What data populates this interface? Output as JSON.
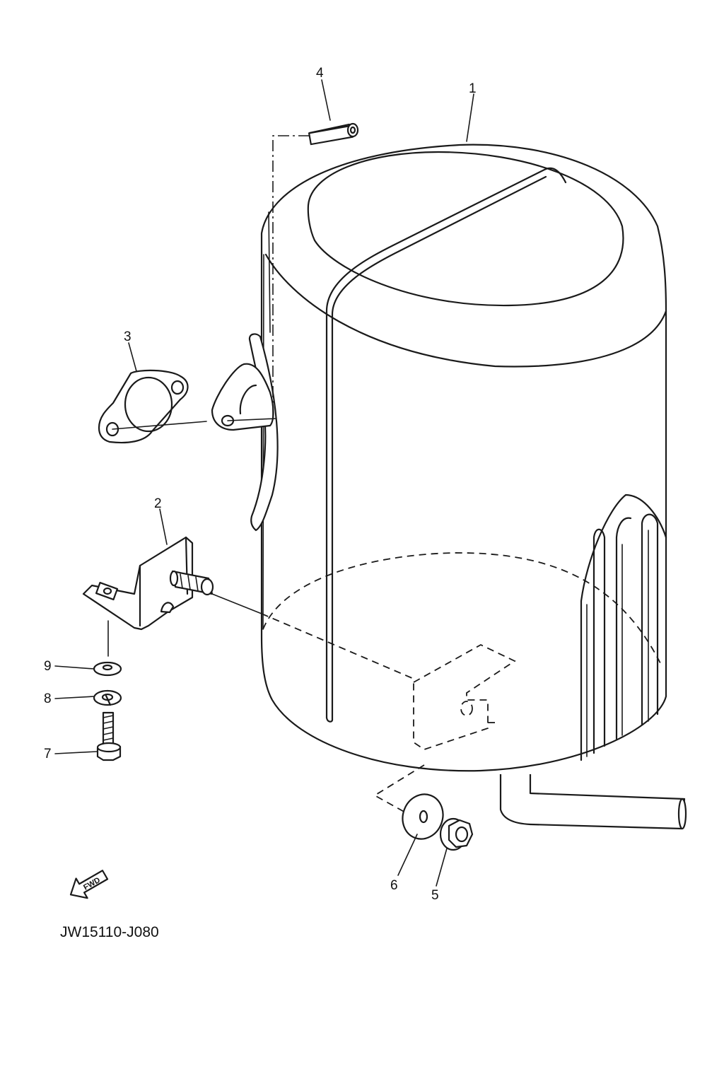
{
  "callouts": {
    "c1": "1",
    "c2": "2",
    "c3": "3",
    "c4": "4",
    "c5": "5",
    "c6": "6",
    "c7": "7",
    "c8": "8",
    "c9": "9"
  },
  "fwd_arrow": {
    "label": "FWD",
    "icon": "fwd-arrow-icon"
  },
  "diagram_code": "JW15110-J080"
}
